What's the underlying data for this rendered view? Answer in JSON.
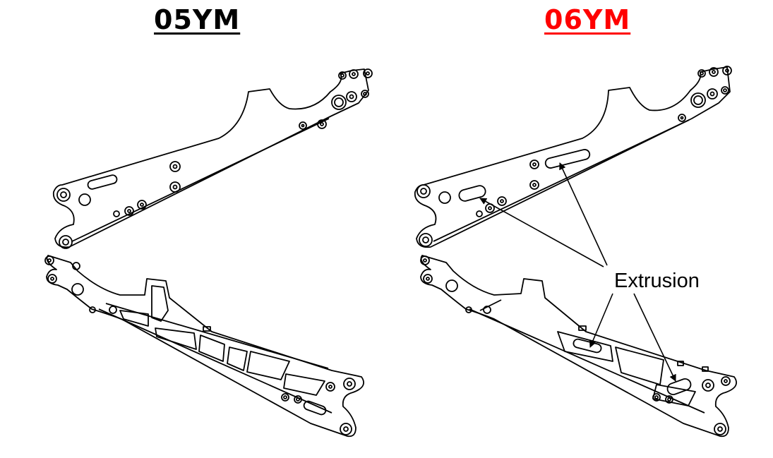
{
  "headings": {
    "left": "05YM",
    "right": "06YM"
  },
  "callout": {
    "text": "Extrusion"
  },
  "colors": {
    "left_heading": "#000000",
    "right_heading": "#ff0000",
    "line_art": "#000000",
    "background": "#ffffff"
  }
}
